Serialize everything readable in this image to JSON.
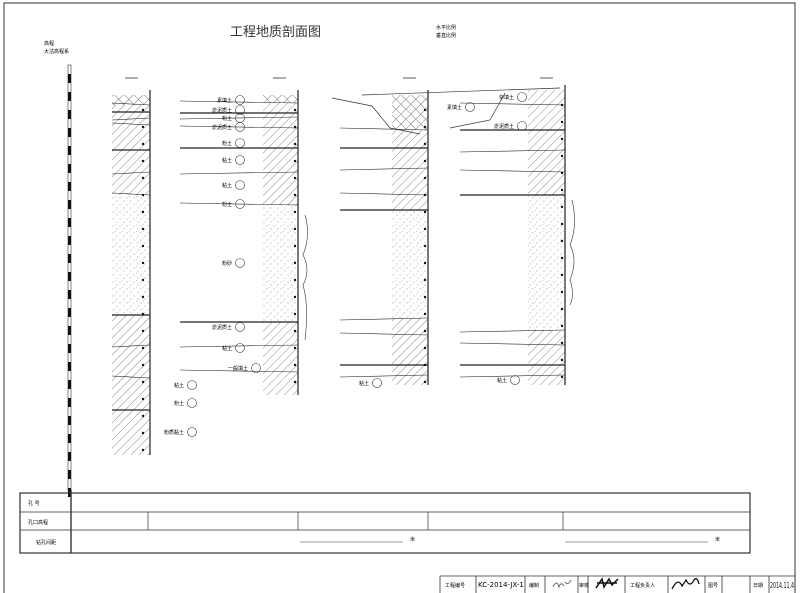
{
  "header": {
    "title": "工程地质剖面图",
    "elevation_label": "高程",
    "elevation_system": "大沽高程系",
    "horizontal_scale": "水平比例",
    "vertical_scale": "垂直比例"
  },
  "boreholes": [
    {
      "labels": []
    },
    {
      "labels": [
        "素填土",
        "淤泥质土",
        "粉土",
        "淤泥质土",
        "粉土",
        "粘土",
        "粘土",
        "粉土",
        "粉砂",
        "淤泥质土",
        "粘土",
        "一般填土"
      ]
    },
    {
      "labels": [
        "素填土",
        "粘土"
      ]
    },
    {
      "labels": [
        "杂填土",
        "淤泥质土",
        "粘土"
      ]
    }
  ],
  "lower_labels": [
    "粘土",
    "粉土",
    "粉质黏土"
  ],
  "table": {
    "rows": [
      "孔 号",
      "孔口高程",
      "钻孔间距"
    ],
    "distance_unit_1": "米",
    "distance_unit_2": "米"
  },
  "title_block": {
    "project_no_label": "工程编号",
    "project_no": "KC-2014-JX-1",
    "drawn_by_label": "编制",
    "reviewed_label": "审核",
    "manager_label": "工程负责人",
    "drawing_no_label": "图号",
    "drawing_no": "",
    "date_label": "日期",
    "date": "2014.11.4"
  }
}
